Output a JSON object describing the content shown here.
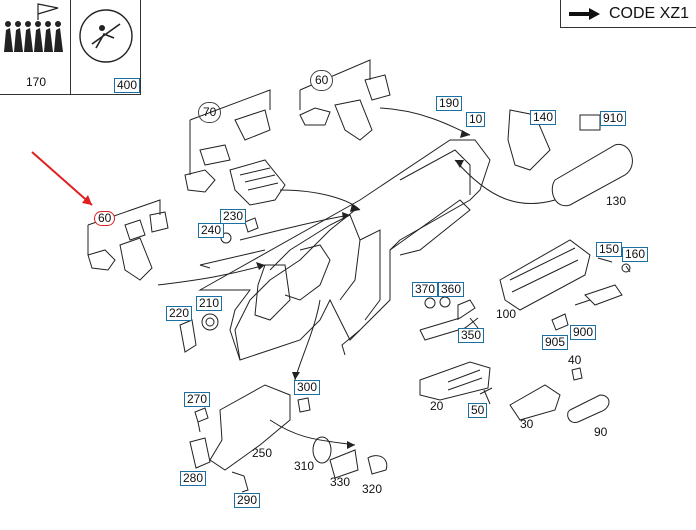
{
  "code_box": {
    "label": "CODE XZ1"
  },
  "thumbnails": [
    {
      "label": "170",
      "boxed": false
    },
    {
      "label": "400",
      "boxed": true
    }
  ],
  "callouts": {
    "c60_top": "60",
    "c70": "70",
    "c190": "190",
    "c10": "10",
    "c140": "140",
    "c910": "910",
    "c130": "130",
    "c60_left": "60",
    "c230": "230",
    "c240": "240",
    "c150": "150",
    "c160": "160",
    "c370": "370",
    "c360": "360",
    "c100": "100",
    "c220": "220",
    "c210": "210",
    "c350": "350",
    "c900": "900",
    "c905": "905",
    "c40": "40",
    "c270": "270",
    "c300": "300",
    "c20": "20",
    "c50": "50",
    "c30": "30",
    "c90": "90",
    "c250": "250",
    "c310": "310",
    "c280": "280",
    "c330": "330",
    "c320": "320",
    "c290": "290"
  },
  "colors": {
    "callout_box": "#1a6fa3",
    "highlight": "#e02020",
    "line": "#222222"
  }
}
